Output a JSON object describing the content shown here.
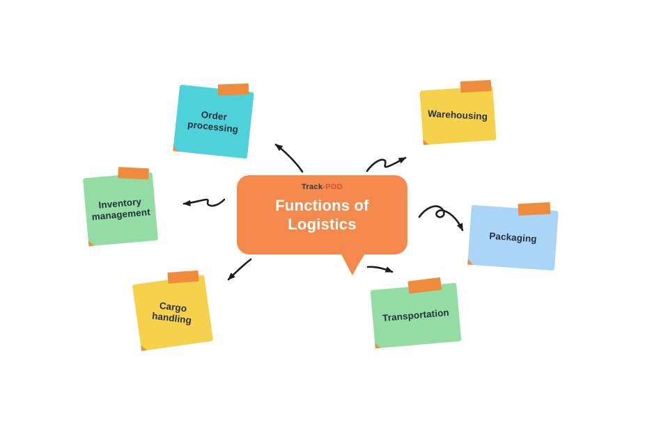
{
  "colors": {
    "background": "#ffffff",
    "bubble": "#f3894d",
    "tape": "#ef8b3d",
    "arrow": "#1c1c1c",
    "note_text": "#25313c",
    "bubble_text": "#ffffff",
    "brand_track": "#2b3a4a",
    "brand_pod": "#d8503c",
    "note_teal": "#4fd1da",
    "note_yellow": "#f6d14b",
    "note_green": "#93dda5",
    "note_blue": "#abd5f6"
  },
  "bubble": {
    "brand_track": "Track",
    "brand_sep": "-",
    "brand_pod": "POD",
    "title": "Functions of\nLogistics"
  },
  "notes": [
    {
      "id": "order-processing",
      "label": "Order\nprocessing",
      "color": "#4fd1da"
    },
    {
      "id": "warehousing",
      "label": "Warehousing",
      "color": "#f6d14b"
    },
    {
      "id": "inventory-management",
      "label": "Inventory\nmanagement",
      "color": "#93dda5"
    },
    {
      "id": "packaging",
      "label": "Packaging",
      "color": "#abd5f6"
    },
    {
      "id": "cargo-handling",
      "label": "Cargo\nhandling",
      "color": "#f6d14b"
    },
    {
      "id": "transportation",
      "label": "Transportation",
      "color": "#93dda5"
    }
  ],
  "arrows": [
    {
      "name": "arrow-to-order-processing"
    },
    {
      "name": "arrow-to-warehousing"
    },
    {
      "name": "arrow-to-inventory-management"
    },
    {
      "name": "arrow-to-packaging"
    },
    {
      "name": "arrow-to-cargo-handling"
    },
    {
      "name": "arrow-to-transportation"
    }
  ]
}
